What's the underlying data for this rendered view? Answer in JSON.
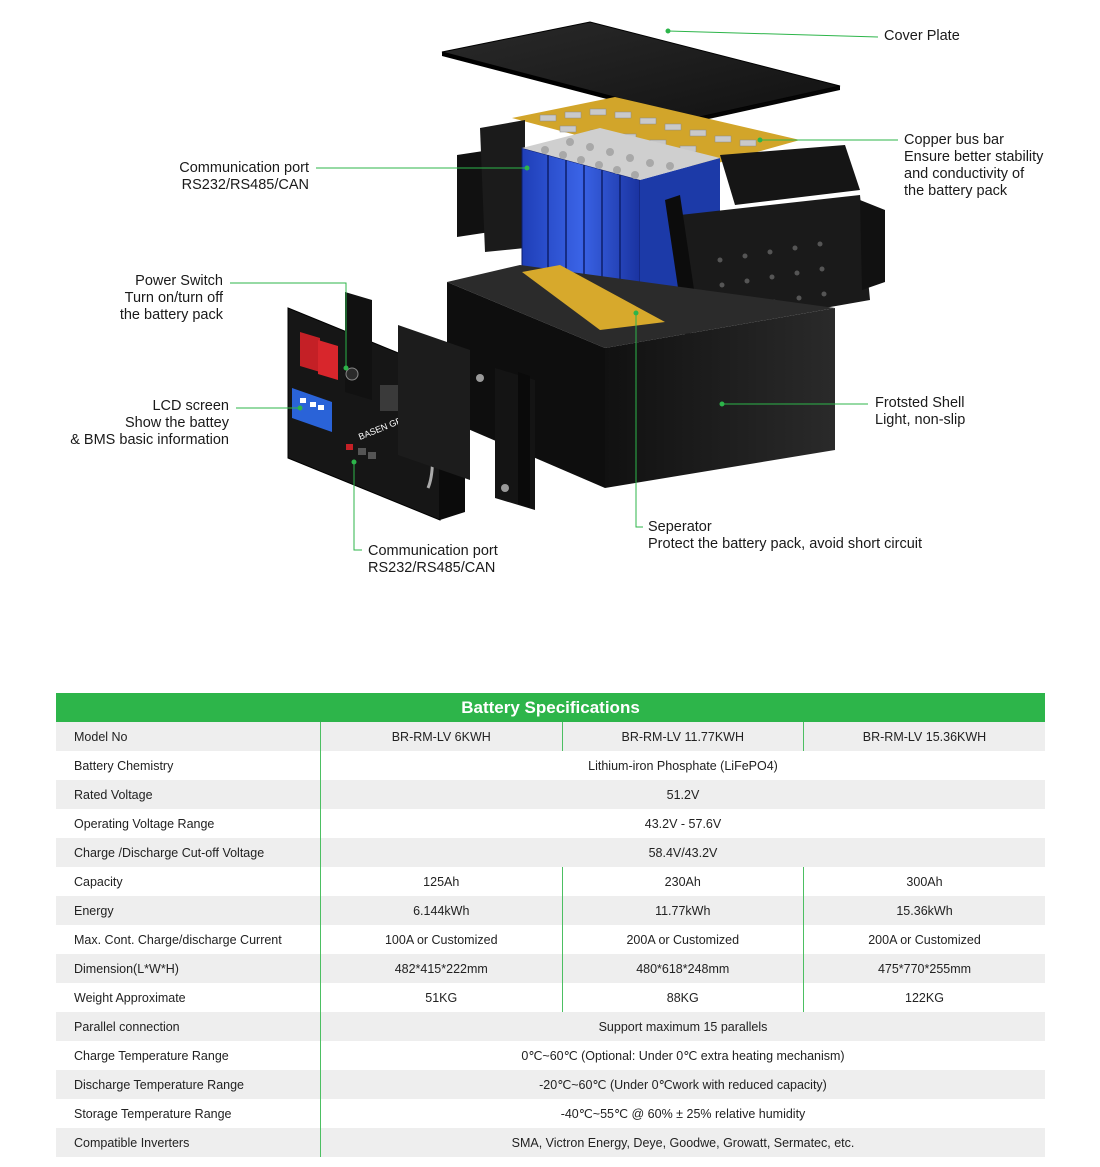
{
  "diagram": {
    "callouts": {
      "cover_plate": {
        "line1": "Cover Plate"
      },
      "comm_port_top": {
        "line1": "Communication port",
        "line2": "RS232/RS485/CAN"
      },
      "copper_bus_bar": {
        "line1": "Copper bus bar",
        "line2": "Ensure better stability",
        "line3": "and conductivity of",
        "line4": "the battery pack"
      },
      "power_switch": {
        "line1": "Power Switch",
        "line2": "Turn on/turn off",
        "line3": "the battery pack"
      },
      "lcd_screen": {
        "line1": "LCD screen",
        "line2": "Show the battey",
        "line3": "& BMS basic information"
      },
      "frosted_shell": {
        "line1": "Frotsted Shell",
        "line2": "Light, non-slip"
      },
      "separator": {
        "line1": "Seperator",
        "line2": "Protect the battery pack, avoid short circuit"
      },
      "comm_port_bottom": {
        "line1": "Communication port",
        "line2": "RS232/RS485/CAN"
      }
    },
    "brand_logo": "BASEN GREEN",
    "accent_color": "#2db54a"
  },
  "specs": {
    "title": "Battery Specifications",
    "header": {
      "label": "Model No",
      "models": [
        "BR-RM-LV 6KWH",
        "BR-RM-LV 11.77KWH",
        "BR-RM-LV 15.36KWH"
      ]
    },
    "rows": [
      {
        "label": "Battery Chemistry",
        "value": "Lithium-iron Phosphate (LiFePO4)"
      },
      {
        "label": "Rated Voltage",
        "value": "51.2V"
      },
      {
        "label": "Operating Voltage Range",
        "value": "43.2V - 57.6V"
      },
      {
        "label": "Charge /Discharge Cut-off Voltage",
        "value": "58.4V/43.2V"
      },
      {
        "label": "Capacity",
        "values": [
          "125Ah",
          "230Ah",
          "300Ah"
        ]
      },
      {
        "label": "Energy",
        "values": [
          "6.144kWh",
          "11.77kWh",
          "15.36kWh"
        ]
      },
      {
        "label": "Max. Cont. Charge/discharge Current",
        "values": [
          "100A or Customized",
          "200A or Customized",
          "200A or Customized"
        ]
      },
      {
        "label": "Dimension(L*W*H)",
        "values": [
          "482*415*222mm",
          "480*618*248mm",
          "475*770*255mm"
        ]
      },
      {
        "label": "Weight  Approximate",
        "values": [
          "51KG",
          "88KG",
          "122KG"
        ]
      },
      {
        "label": "Parallel connection",
        "value": "Support maximum 15 parallels"
      },
      {
        "label": "Charge Temperature Range",
        "value": "0℃~60℃ (Optional: Under 0℃ extra heating mechanism)"
      },
      {
        "label": "Discharge Temperature Range",
        "value": "-20℃~60℃ (Under 0℃work with reduced capacity)"
      },
      {
        "label": "Storage Temperature Range",
        "value": "-40℃~55℃ @ 60% ± 25% relative humidity"
      },
      {
        "label": "Compatible Inverters",
        "value": "SMA, Victron Energy, Deye, Goodwe, Growatt, Sermatec, etc."
      }
    ]
  }
}
